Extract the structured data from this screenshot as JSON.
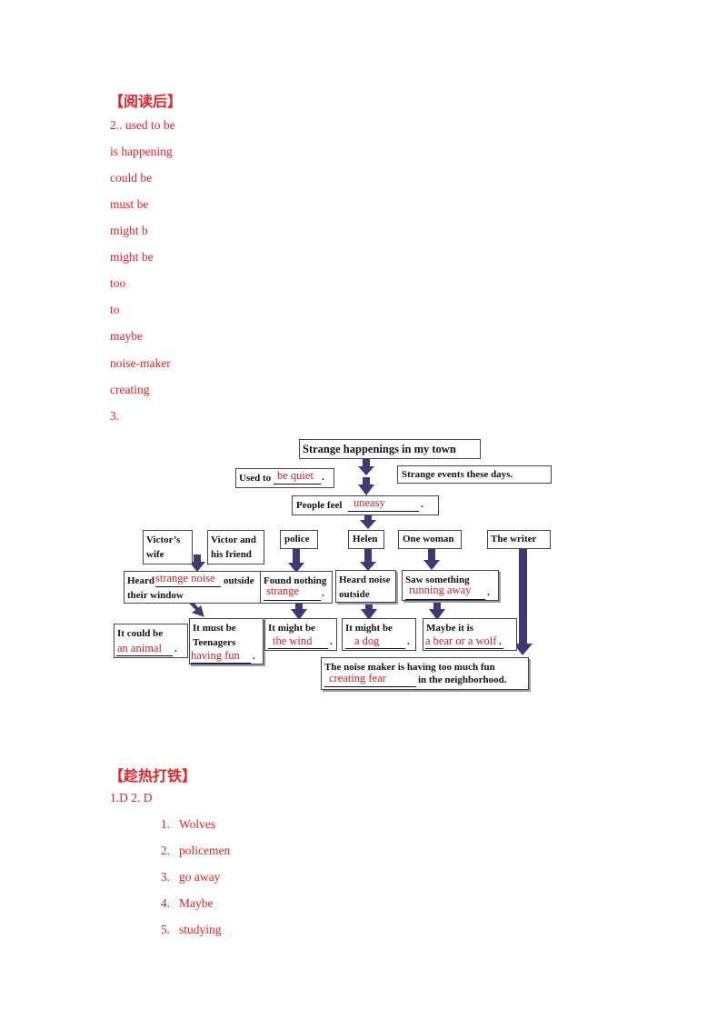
{
  "after_reading": {
    "heading": "【阅读后】",
    "lines": [
      "2..  used to be",
      "is happening",
      "could be",
      "must be",
      "might b",
      "might be",
      "too",
      "to",
      "maybe",
      "noise-maker",
      "creating",
      "3."
    ]
  },
  "diagram": {
    "title": "Strange happenings in my town",
    "used_to": {
      "label": "Used to",
      "answer": "be quiet",
      "end": "."
    },
    "strange_events": "Strange events these days.",
    "people_feel": {
      "label": "People feel",
      "answer": "uneasy",
      "end": "."
    },
    "roles": {
      "victors_wife": "Victor’s wife",
      "victor_friend": "Victor and his friend",
      "police": "police",
      "helen": "Helen",
      "one_woman": "One woman",
      "writer": "The writer"
    },
    "heard": {
      "prefix": "Heard",
      "answer": "strange noise",
      "suffix": "outside their window"
    },
    "found_nothing": {
      "label": "Found nothing",
      "answer": "strange",
      "end": "."
    },
    "heard_noise": "Heard noise outside",
    "saw_something": {
      "label": "Saw something",
      "answer": "running  away",
      "end": "."
    },
    "could_be": {
      "label": "It could be",
      "answer": "an animal",
      "end": "."
    },
    "must_be": {
      "label": "It must be Teenagers",
      "answer": "having  fun",
      "end": "."
    },
    "might_wind": {
      "label": "It might be",
      "answer": "the wind",
      "end": "."
    },
    "might_dog": {
      "label": "It might be",
      "answer": "a dog",
      "end": "."
    },
    "maybe": {
      "label": "Maybe it is",
      "answer": "a bear or a wolf",
      "end": "."
    },
    "noise_maker": {
      "label": "The noise maker is having too much fun",
      "answer": "creating fear",
      "suffix": "in the neighborhood."
    }
  },
  "strike": {
    "heading": "【趁热打铁】",
    "answers_line": "1.D 2. D",
    "items": [
      {
        "num": "1.",
        "text": "Wolves"
      },
      {
        "num": "2.",
        "text": "policemen"
      },
      {
        "num": "3.",
        "text": "go away"
      },
      {
        "num": "4.",
        "text": "Maybe"
      },
      {
        "num": "5.",
        "text": "studying"
      }
    ]
  },
  "colors": {
    "accent": "#e0252b",
    "arrow": "#3f3a72"
  }
}
